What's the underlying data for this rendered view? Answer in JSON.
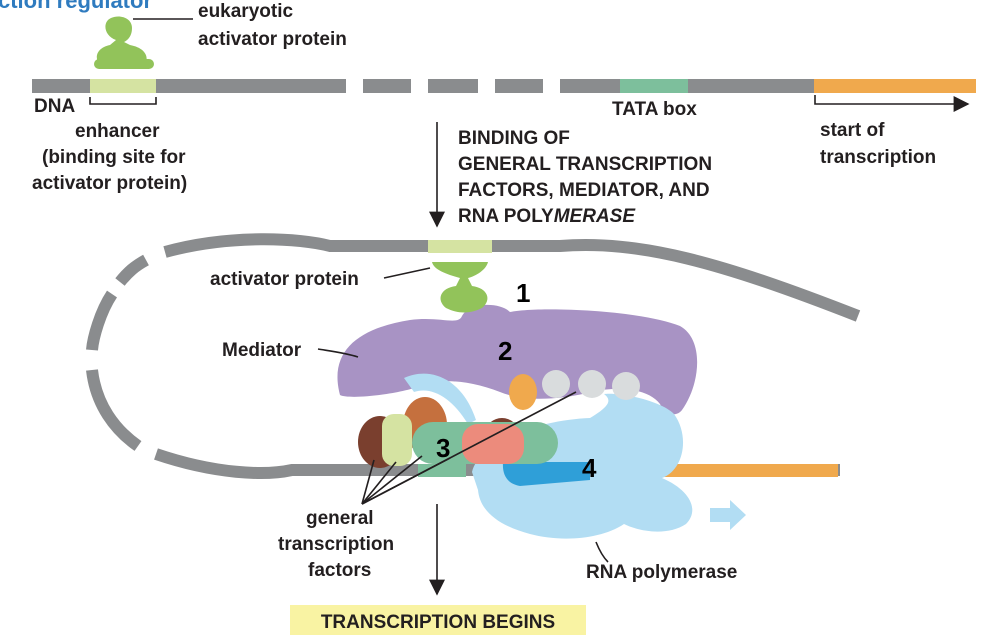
{
  "title_fragment": "ction regulator",
  "labels": {
    "activator_top_1": "eukaryotic",
    "activator_top_2": "activator protein",
    "dna": "DNA",
    "enhancer_1": "enhancer",
    "enhancer_2": "(binding site for",
    "enhancer_3": "activator protein)",
    "tata": "TATA box",
    "start_1": "start of",
    "start_2": "transcription",
    "step_1": "BINDING OF",
    "step_2": "GENERAL TRANSCRIPTION",
    "step_3": "FACTORS, MEDIATOR, AND",
    "step_4a": "RNA POLY",
    "step_4b": "MERASE",
    "activator_bottom": "activator protein",
    "mediator": "Mediator",
    "gtf_1": "general",
    "gtf_2": "transcription",
    "gtf_3": "factors",
    "rnap": "RNA polymerase",
    "begins": "TRANSCRIPTION BEGINS"
  },
  "numbers": [
    "1",
    "2",
    "3",
    "4"
  ],
  "colors": {
    "dna": "#8a8c8e",
    "enhancer": "#d5e3a2",
    "tata": "#7dbf9c",
    "coding": "#f0a94d",
    "activator": "#92c35a",
    "mediator": "#a893c4",
    "polymerase": "#b2ddf3",
    "polymerase_dark": "#2f9fd8",
    "highlight": "#f9f3a3",
    "title": "#2f7bbf"
  }
}
